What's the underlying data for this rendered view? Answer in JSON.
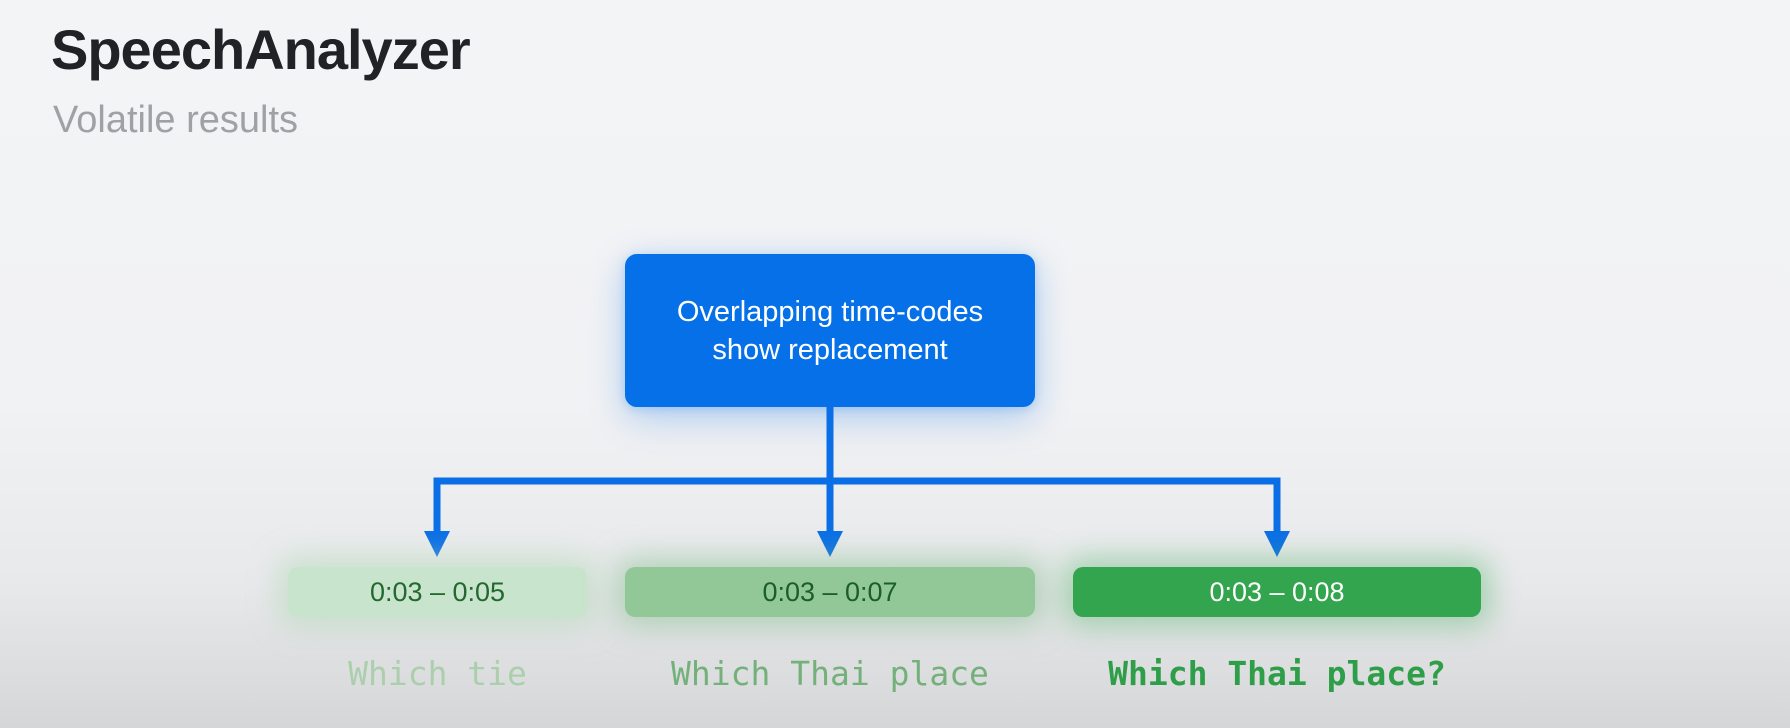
{
  "theme": {
    "bg_top": "#f3f4f6",
    "bg_bottom": "#d5d6d8",
    "title_color": "#212226",
    "subtitle_color": "#a0a1a5",
    "accent_blue": "#0670e8",
    "green_light_bg": "#c9e4cd",
    "green_mid_bg": "#92c898",
    "green_solid_bg": "#32a54e",
    "green_text_dark": "#22692f",
    "green_text_darker": "#1b5e2a",
    "transcript_faint": "#abcfad",
    "transcript_mid": "#74b17a",
    "transcript_final": "#2f9e48"
  },
  "header": {
    "title": "SpeechAnalyzer",
    "subtitle": "Volatile results"
  },
  "callout": {
    "line1": "Overlapping time-codes",
    "line2": "show replacement"
  },
  "results": [
    {
      "timecode": "0:03 – 0:05",
      "transcript": "Which tie"
    },
    {
      "timecode": "0:03 – 0:07",
      "transcript": "Which Thai place"
    },
    {
      "timecode": "0:03 – 0:08",
      "transcript": "Which Thai place?"
    }
  ]
}
